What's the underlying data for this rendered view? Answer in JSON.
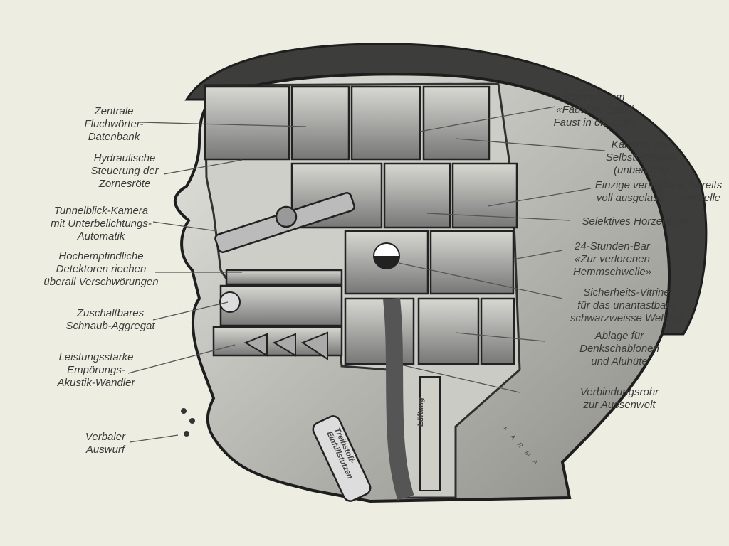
{
  "left_labels": [
    {
      "lines": [
        "Zentrale",
        "Fluchwörter-",
        "Datenbank"
      ]
    },
    {
      "lines": [
        "Hydraulische",
        "Steuerung der",
        "Zornesröte"
      ]
    },
    {
      "lines": [
        "Tunnelblick-Kamera",
        "mit Unterbelichtungs-",
        "Automatik"
      ]
    },
    {
      "lines": [
        "Hochempfindliche",
        "Detektoren riechen",
        "überall Verschwörungen"
      ]
    },
    {
      "lines": [
        "Zuschaltbares",
        "Schnaub-Aggregat"
      ]
    },
    {
      "lines": [
        "Leistungsstarke",
        "Empörungs-",
        "Akustik-Wandler"
      ]
    },
    {
      "lines": [
        "Verbaler",
        "Auswurf"
      ]
    }
  ],
  "right_labels": [
    {
      "lines": [
        "Kontrollraum",
        "«Faust im Sack/",
        "Faust in die Luft»"
      ]
    },
    {
      "lines": [
        "Kammer der",
        "Selbstreflexion",
        "(unbenutzt)"
      ]
    },
    {
      "lines": [
        "Einzige verfügbare, bereits",
        "voll ausgelastete Hirnzelle"
      ]
    },
    {
      "lines": [
        "Selektives Hörzentrum"
      ]
    },
    {
      "lines": [
        "24-Stunden-Bar",
        "«Zur verlorenen",
        "Hemmschwelle»"
      ]
    },
    {
      "lines": [
        "Sicherheits-Vitrine",
        "für das unantastbare",
        "schwarzweisse Weltbild"
      ]
    },
    {
      "lines": [
        "Ablage für",
        "Denkschablonen",
        "und Aluhüte"
      ]
    },
    {
      "lines": [
        "Verbindungsrohr",
        "zur Aussenwelt"
      ]
    }
  ],
  "inner_text": {
    "ventilation": "Lüftung",
    "fuel_inlet": "Treibstoff-Einfüllstutzen",
    "signature": "KARMA"
  },
  "colors": {
    "background": "#eeede2",
    "ink": "#2b2b2b",
    "hair": "#3a3a3a",
    "skin": "#c9c9c4"
  }
}
